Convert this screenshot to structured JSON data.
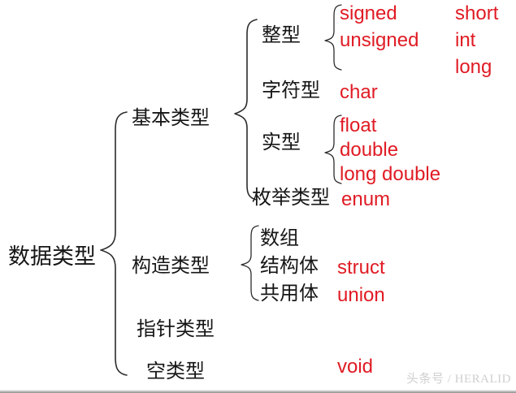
{
  "diagram": {
    "root": {
      "label": "数据类型"
    },
    "branches": [
      {
        "id": "basic",
        "label": "基本类型",
        "children": [
          {
            "id": "integer",
            "label": "整型",
            "values": [
              "signed",
              "unsigned"
            ],
            "modifiers": [
              "short",
              "int",
              "long"
            ]
          },
          {
            "id": "character",
            "label": "字符型",
            "values": [
              "char"
            ]
          },
          {
            "id": "real",
            "label": "实型",
            "values": [
              "float",
              "double",
              "long double"
            ]
          },
          {
            "id": "enumeration",
            "label": "枚举类型",
            "values": [
              "enum"
            ]
          }
        ]
      },
      {
        "id": "constructed",
        "label": "构造类型",
        "children": [
          {
            "id": "array",
            "label": "数组",
            "values": []
          },
          {
            "id": "struct",
            "label": "结构体",
            "values": [
              "struct"
            ]
          },
          {
            "id": "union",
            "label": "共用体",
            "values": [
              "union"
            ]
          }
        ]
      },
      {
        "id": "pointer",
        "label": "指针类型",
        "children": []
      },
      {
        "id": "void",
        "label": "空类型",
        "values": [
          "void"
        ],
        "children": []
      }
    ]
  },
  "watermark": {
    "text": "头条号 / HERALID"
  },
  "colors": {
    "keyword": "#e01b24",
    "label": "#161616",
    "brace": "#2b2b2b",
    "background": "#ffffff",
    "watermark": "#cfcfcf"
  }
}
